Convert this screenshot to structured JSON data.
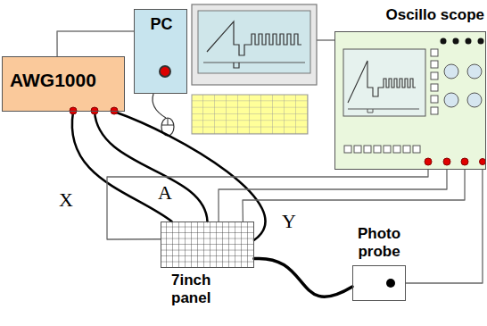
{
  "diagram": {
    "nodes": [
      {
        "text": [
          "AWG1000"
        ]
      },
      {
        "text": [
          "PC"
        ]
      },
      {
        "text": [
          "Oscillo scope"
        ]
      },
      {
        "text": [
          "7inch panel"
        ]
      },
      {
        "text": [
          "Photo probe"
        ]
      }
    ],
    "edges": [
      {
        "from": 0,
        "to": 1,
        "arrow": "none"
      },
      {
        "from": 0,
        "to": 3,
        "label": "X",
        "arrow": "none"
      },
      {
        "from": 0,
        "to": 3,
        "label": "A",
        "arrow": "none"
      },
      {
        "from": 0,
        "to": 3,
        "label": "Y",
        "arrow": "none"
      },
      {
        "from": 2,
        "to": 3,
        "arrow": "none"
      },
      {
        "from": 2,
        "to": 3,
        "arrow": "none"
      },
      {
        "from": 2,
        "to": 3,
        "arrow": "none"
      },
      {
        "from": 2,
        "to": 4,
        "arrow": "none"
      },
      {
        "from": 3,
        "to": 4,
        "arrow": "none"
      }
    ]
  }
}
